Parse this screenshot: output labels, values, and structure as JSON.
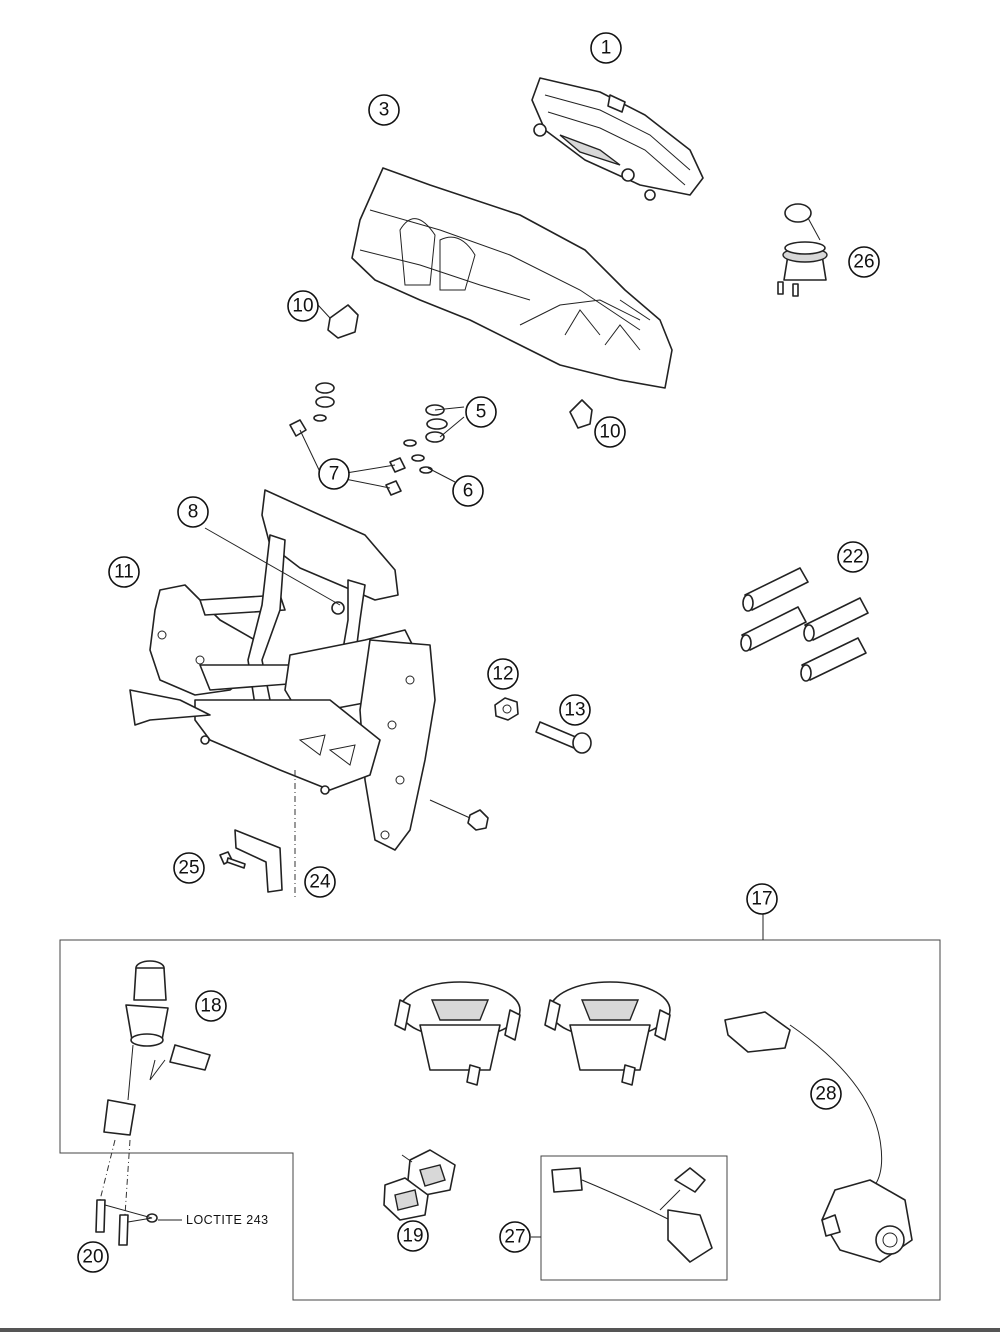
{
  "diagram": {
    "callouts": {
      "c1": "1",
      "c3": "3",
      "c26": "26",
      "c10a": "10",
      "c10b": "10",
      "c5": "5",
      "c7": "7",
      "c6": "6",
      "c8": "8",
      "c11": "11",
      "c22": "22",
      "c12": "12",
      "c13": "13",
      "c25": "25",
      "c24": "24",
      "c17": "17",
      "c18": "18",
      "c28": "28",
      "c19": "19",
      "c27": "27",
      "c20": "20"
    },
    "notes": {
      "loctite": "LOCTITE 243"
    }
  }
}
